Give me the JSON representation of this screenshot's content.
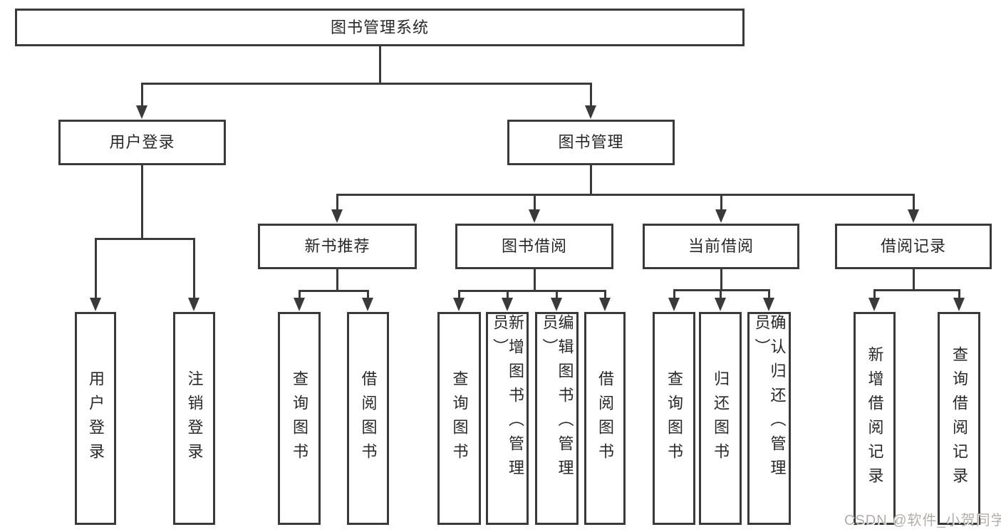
{
  "tree": {
    "root": "图书管理系统",
    "children": [
      {
        "label": "用户登录",
        "children": [
          "用户登录",
          "注销登录"
        ]
      },
      {
        "label": "图书管理",
        "children": [
          {
            "label": "新书推荐",
            "children": [
              "查询图书",
              "借阅图书"
            ]
          },
          {
            "label": "图书借阅",
            "children": [
              "查询图书",
              "新增图书（管理员）",
              "编辑图书（管理员）",
              "借阅图书"
            ]
          },
          {
            "label": "当前借阅",
            "children": [
              "查询图书",
              "归还图书",
              "确认归还（管理员）"
            ]
          },
          {
            "label": "借阅记录",
            "children": [
              "新增借阅记录",
              "查询借阅记录"
            ]
          }
        ]
      }
    ]
  },
  "watermark": {
    "text": "CSDN @软件_小贺同学"
  },
  "colors": {
    "line": "#3a3a3a",
    "text": "#282828",
    "background": "#ffffff",
    "watermark": "#b1aeab"
  }
}
